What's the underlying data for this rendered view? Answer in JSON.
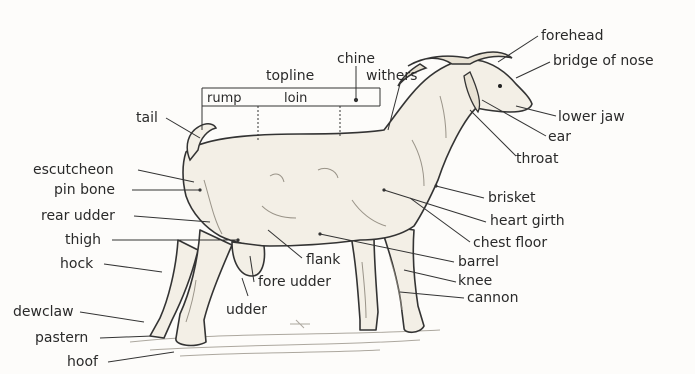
{
  "labels": {
    "forehead": "forehead",
    "bridge_of_nose": "bridge of nose",
    "lower_jaw": "lower jaw",
    "ear": "ear",
    "throat": "throat",
    "chine": "chine",
    "withers": "withers",
    "topline": "topline",
    "rump": "rump",
    "loin": "loin",
    "tail": "tail",
    "escutcheon": "escutcheon",
    "pin_bone": "pin bone",
    "rear_udder": "rear udder",
    "thigh": "thigh",
    "hock": "hock",
    "dewclaw": "dewclaw",
    "pastern": "pastern",
    "hoof": "hoof",
    "flank": "flank",
    "fore_udder": "fore udder",
    "udder": "udder",
    "brisket": "brisket",
    "heart_girth": "heart girth",
    "chest_floor": "chest floor",
    "barrel": "barrel",
    "knee": "knee",
    "cannon": "cannon"
  },
  "colors": {
    "ink": "#2a2a2a",
    "line": "#333333",
    "goat_fill": "#f3efe6",
    "shade": "#8a8478",
    "background": "#fdfcfa"
  }
}
